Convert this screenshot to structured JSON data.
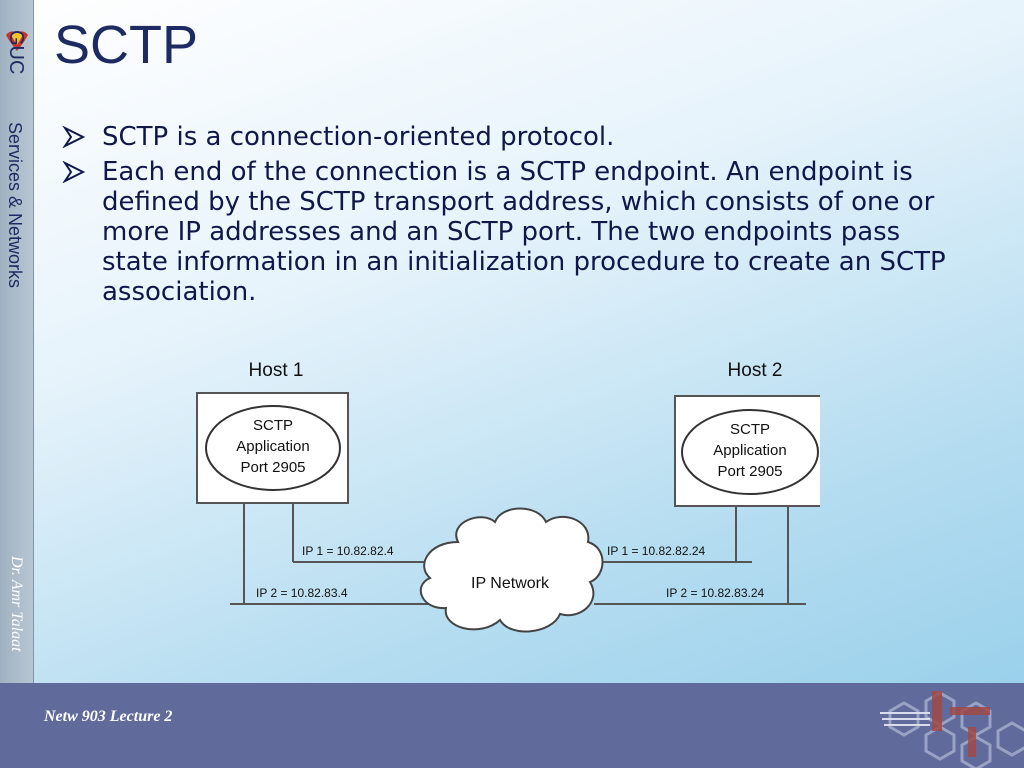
{
  "slide": {
    "title": "SCTP",
    "bullets": [
      "SCTP is a connection-oriented protocol.",
      "Each end of the connection is a SCTP endpoint. An endpoint is defined by the SCTP transport address, which consists of one or more IP addresses and an SCTP port. The two endpoints pass state information in an initialization procedure to create an SCTP association."
    ]
  },
  "sidebar": {
    "logo": "GUC",
    "course": "Services & Networks",
    "author": "Dr. Amr Talaat"
  },
  "footer": {
    "lecture": "Netw 903 Lecture 2"
  },
  "diagram": {
    "host1": {
      "label": "Host 1",
      "app_line1": "SCTP",
      "app_line2": "Application",
      "app_line3": "Port 2905",
      "ip1": "IP 1 = 10.82.82.4",
      "ip2": "IP 2 = 10.82.83.4"
    },
    "host2": {
      "label": "Host 2",
      "app_line1": "SCTP",
      "app_line2": "Application",
      "app_line3": "Port 2905",
      "ip1": "IP 1 = 10.82.82.24",
      "ip2": "IP 2 = 10.82.83.24"
    },
    "network": {
      "label": "IP Network"
    }
  }
}
